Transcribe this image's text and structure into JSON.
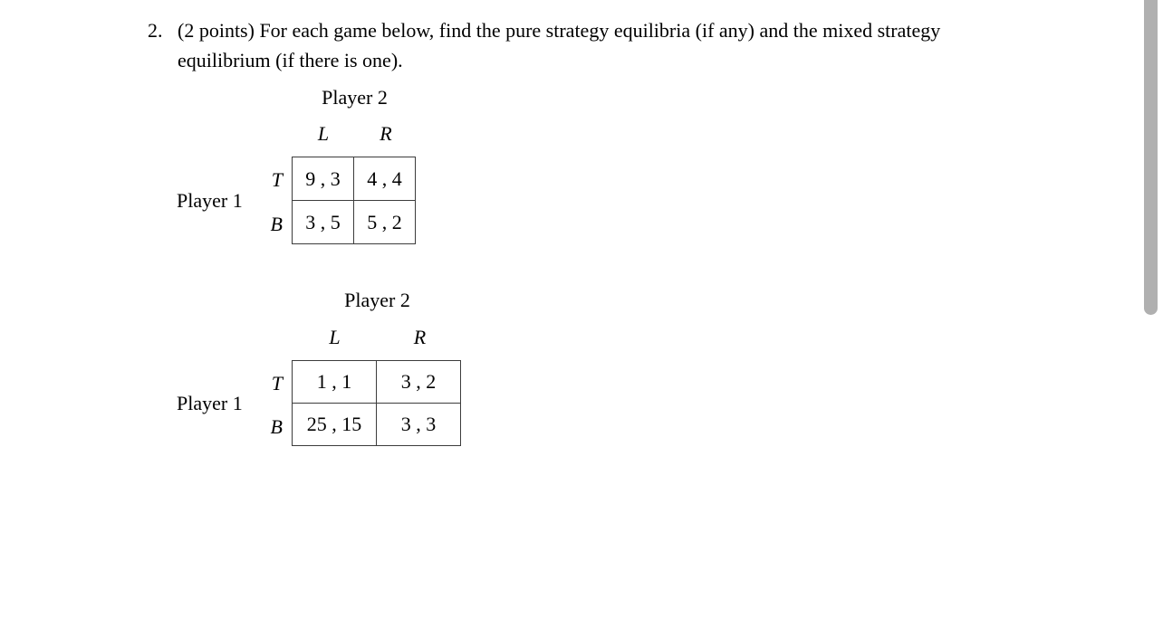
{
  "problem": {
    "number": "2.",
    "line1": "(2 points) For each game below, find the pure strategy equilibria (if any) and the mixed strategy",
    "line2": "equilibrium (if there is one)."
  },
  "games": [
    {
      "col_player": "Player 2",
      "row_player": "Player 1",
      "col_labels": [
        "L",
        "R"
      ],
      "row_labels": [
        "T",
        "B"
      ],
      "cells": [
        [
          "9 , 3",
          "4 , 4"
        ],
        [
          "3 , 5",
          "5 , 2"
        ]
      ]
    },
    {
      "col_player": "Player 2",
      "row_player": "Player 1",
      "col_labels": [
        "L",
        "R"
      ],
      "row_labels": [
        "T",
        "B"
      ],
      "cells": [
        [
          "1 , 1",
          "3 , 2"
        ],
        [
          "25 , 15",
          "3 , 3"
        ]
      ]
    }
  ],
  "colors": {
    "text": "#000000",
    "table_border": "#3c3c3c",
    "scrollbar_thumb": "#b0b0b0"
  }
}
